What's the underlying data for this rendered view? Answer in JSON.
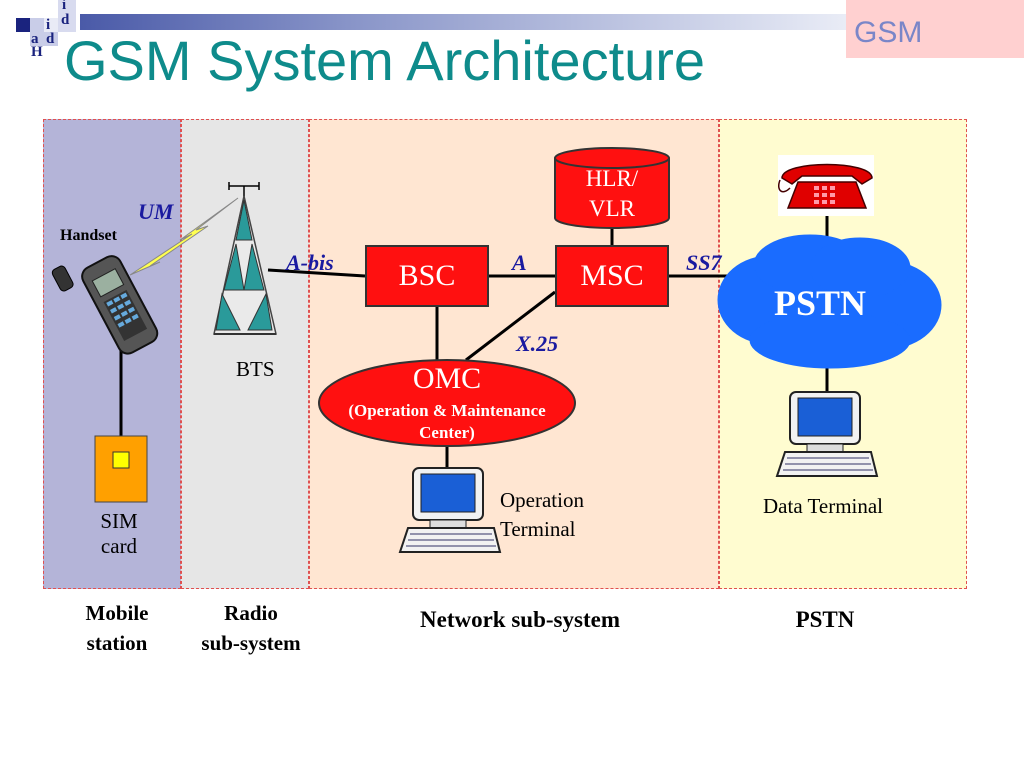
{
  "header": {
    "title": "GSM System Architecture",
    "tag": "GSM",
    "logo_letters": [
      "i",
      "d",
      "i",
      "a",
      "d",
      "H"
    ]
  },
  "zones": [
    {
      "name": "mobile-station",
      "fill": "#b4b4d8"
    },
    {
      "name": "radio-subsystem",
      "fill": "#e6e6e6"
    },
    {
      "name": "network-subsystem",
      "fill": "#ffe6d2"
    },
    {
      "name": "pstn",
      "fill": "#fffcd0"
    }
  ],
  "nodes": {
    "handset": "Handset",
    "sim": "SIM\ncard",
    "bts": "BTS",
    "bsc": "BSC",
    "msc": "MSC",
    "hlr": "HLR/\nVLR",
    "omc": "OMC",
    "omc_full": "(Operation & Maintenance\nCenter)",
    "pstn": "PSTN",
    "operation_terminal": "Operation\nTerminal",
    "data_terminal": "Data Terminal"
  },
  "interfaces": {
    "um": "UM",
    "abis": "A-bis",
    "a": "A",
    "ss7": "SS7",
    "x25": "X.25"
  },
  "captions": {
    "mobile_station": "Mobile\nstation",
    "radio_subsystem": "Radio\nsub-system",
    "network_subsystem": "Network sub-system",
    "pstn": "PSTN"
  },
  "colors": {
    "title": "#0e8b8b",
    "node_red": "#ff1010",
    "pstn_cloud": "#1a6cff",
    "interface_label": "#1a1aa0",
    "zone_border": "#e05050"
  }
}
